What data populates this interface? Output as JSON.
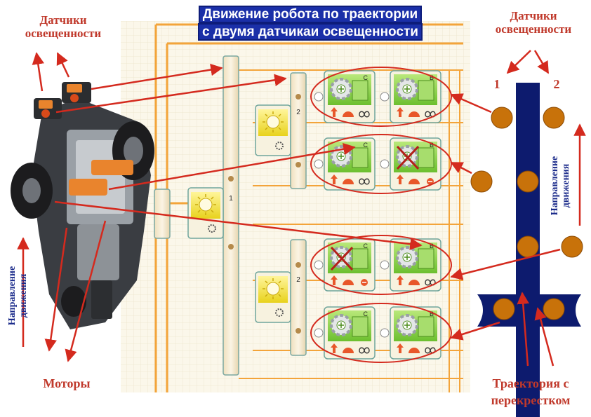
{
  "title": {
    "line1": "Движение робота по траектории",
    "line2": "с двумя датчикаи освещенности"
  },
  "labels": {
    "sensors_left_line1": "Датчики",
    "sensors_left_line2": "освещенности",
    "sensors_right_line1": "Датчики",
    "sensors_right_line2": "освещенности",
    "sensor_1": "1",
    "sensor_2": "2",
    "motors": "Моторы",
    "trajectory_line1": "Траектория с",
    "trajectory_line2": "перекрестком",
    "direction_left_line1": "Направление",
    "direction_left_line2": "движения",
    "direction_right_line1": "Направление",
    "direction_right_line2": "движения"
  },
  "program": {
    "switch_main_number": "1",
    "switch_upper_number": "2",
    "switch_lower_number": "2",
    "motor_ports": [
      "C",
      "B",
      "C",
      "B",
      "C",
      "B",
      "C",
      "B"
    ]
  },
  "colors": {
    "accent_red": "#d42a1e",
    "label_red": "#c0392b",
    "track_blue": "#0d1b6e",
    "sensor_dot": "#c8720a",
    "beam_orange": "#f3a43a",
    "block_green": "#8ed14b",
    "sensor_yellow": "#f3e23a",
    "title_bg": "#1a2fa8"
  },
  "icons": [
    "gear-icon",
    "sun-icon",
    "arrow-up-icon",
    "infinity-icon",
    "stop-icon",
    "robot-image"
  ]
}
